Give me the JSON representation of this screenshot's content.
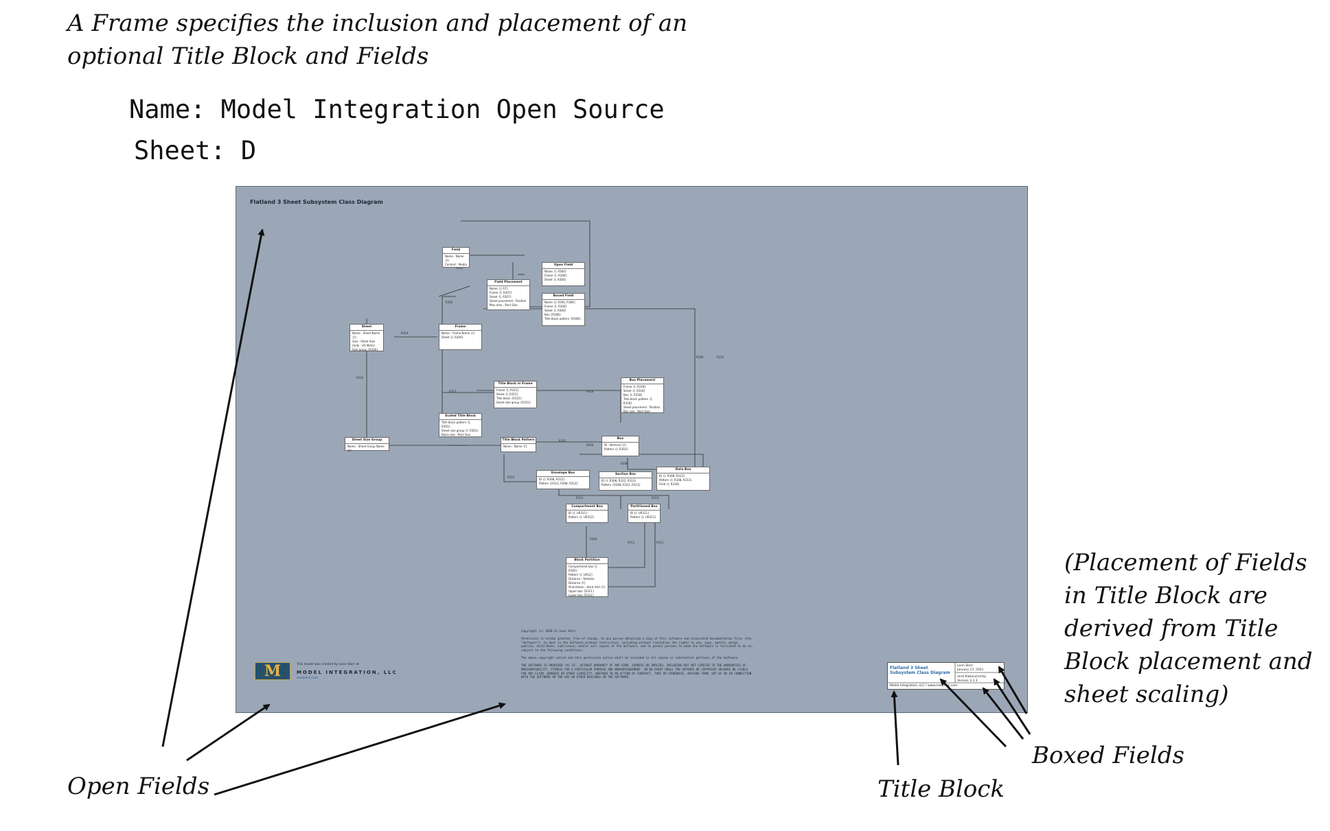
{
  "annotations": {
    "frame_note_line1": "A Frame specifies the inclusion and placement of an",
    "frame_note_line2": "optional Title Block and Fields",
    "placement_note_lines": [
      "(Placement of Fields",
      "in Title Block are",
      "derived from Title",
      "Block placement and",
      "sheet scaling)"
    ],
    "open_fields": "Open Fields",
    "title_block": "Title Block",
    "boxed_fields": "Boxed Fields"
  },
  "frame_info": {
    "name": "Name: Model Integration Open Source",
    "sheet": "Sheet: D"
  },
  "sheet": {
    "title": "Flatland 3 Sheet Subsystem Class Diagram",
    "classes": [
      {
        "name": "Field",
        "attrs": "Name : Name {I}\nContent : Media"
      },
      {
        "name": "Open Field",
        "attrs": "Name {I, R300}\nFrame {I, R300}\nSheet {I, R300}"
      },
      {
        "name": "Field Placement",
        "attrs": "Name {I, R7}\nFrame {I, R307}\nSheet {I, R307}\nSheet placement : Position\nMax area : Rect Size"
      },
      {
        "name": "Boxed Field",
        "attrs": "Name {I, R300, R306}\nFrame {I, R300}\nSheet {I, R300}\nBox {R306}\nTitle block pattern {R306}"
      },
      {
        "name": "Sheet",
        "attrs": "Name : Sheet Name {I}\nSize : Sheet Size\nUnits : US Metric\nSize group {R316}"
      },
      {
        "name": "Frame",
        "attrs": "Name : Frame Name {I}\nSheet {I, R300}"
      },
      {
        "name": "Title Block in Frame",
        "attrs": "Frame {I, R315}\nSheet {I, R315}\nTitle block {R315}\nSheet size group {R315}"
      },
      {
        "name": "Box Placement",
        "attrs": "Frame {I, R318}\nSheet {I, R318}\nBox {I, R318}\nTitle block pattern {I, R318}\nSheet placement : Position\nBox size : Rect Size"
      },
      {
        "name": "Scaled Title Block",
        "attrs": "Title block pattern {I, R301}\nSheet size group {I, R301}\nBlock size : Rect Size"
      },
      {
        "name": "Sheet Size Group",
        "attrs": "Name : Sheet Group Name {I}"
      },
      {
        "name": "Title Block Pattern",
        "attrs": "Name : Name {I}"
      },
      {
        "name": "Box",
        "attrs": "ID : Nominal {I}\nPattern {I, R303}"
      },
      {
        "name": "Envelope Box",
        "attrs": "ID {I, R308, R312}\nPattern {R312, R308, R312}"
      },
      {
        "name": "Section Box",
        "attrs": "ID {I, R308, R312, R313}\nPattern {R308, R312, R313}"
      },
      {
        "name": "Data Box",
        "attrs": "ID {I, R308, R313}\nPattern {I, R308, R313}\nField {I, R318}"
      },
      {
        "name": "Compartment Box",
        "attrs": "ID {I, UR311}\nPattern {I, UR312}"
      },
      {
        "name": "Partitioned Box",
        "attrs": "ID {I, UR311}\nPattern {I, UR311}"
      },
      {
        "name": "Block Partition",
        "attrs": "Compartment box {I, R302}\nPattern {I, UR12}\nDistance : Relative Distance {I}\nOrientation : Horiz Vert {I}\nUpper box {R311}\nLower box {R311}"
      }
    ],
    "copyright": "Copyright (c) 2020-21 Leon Starr\n\nPermission is hereby granted, free of charge, to any person obtaining a copy of this software and associated documentation files (the \"Software\"), to deal in the Software without restriction, including without limitation the rights to use, copy, modify, merge, publish, distribute, sublicense, and/or sell copies of the Software, and to permit persons to whom the Software is furnished to do so, subject to the following conditions:\n\nThe above copyright notice and this permission notice shall be included in all copies or substantial portions of the Software.\n\nTHE SOFTWARE IS PROVIDED \"AS IS\", WITHOUT WARRANTY OF ANY KIND, EXPRESS OR IMPLIED, INCLUDING BUT NOT LIMITED TO THE WARRANTIES OF MERCHANTABILITY, FITNESS FOR A PARTICULAR PURPOSE AND NONINFRINGEMENT. IN NO EVENT SHALL THE AUTHORS OR COPYRIGHT HOLDERS BE LIABLE FOR ANY CLAIM, DAMAGES OR OTHER LIABILITY, WHETHER IN AN ACTION OF CONTRACT, TORT OR OTHERWISE, ARISING FROM, OUT OF OR IN CONNECTION WITH THE SOFTWARE OR THE USE OR OTHER DEALINGS IN THE SOFTWARE.",
    "logo": {
      "glyph": "M",
      "credit": "This model was created by Leon Starr at",
      "company": "MODEL INTEGRATION, LLC",
      "link": "modelint.com"
    },
    "title_block": {
      "title": "Flatland 3 Sheet Subsystem Class Diagram",
      "author": "Leon Starr",
      "date": "January 17, 2021",
      "file": "mint.flatland.td.tip",
      "version": "Version 3.3.3",
      "footer": "Model Integration, LLC / www.modelint.com"
    }
  },
  "colors": {
    "sheet_bg": "#9ba7b6",
    "title_block_accent": "#2b6aa8",
    "logo_bg": "#27506b",
    "logo_gold": "#e4b34a"
  }
}
